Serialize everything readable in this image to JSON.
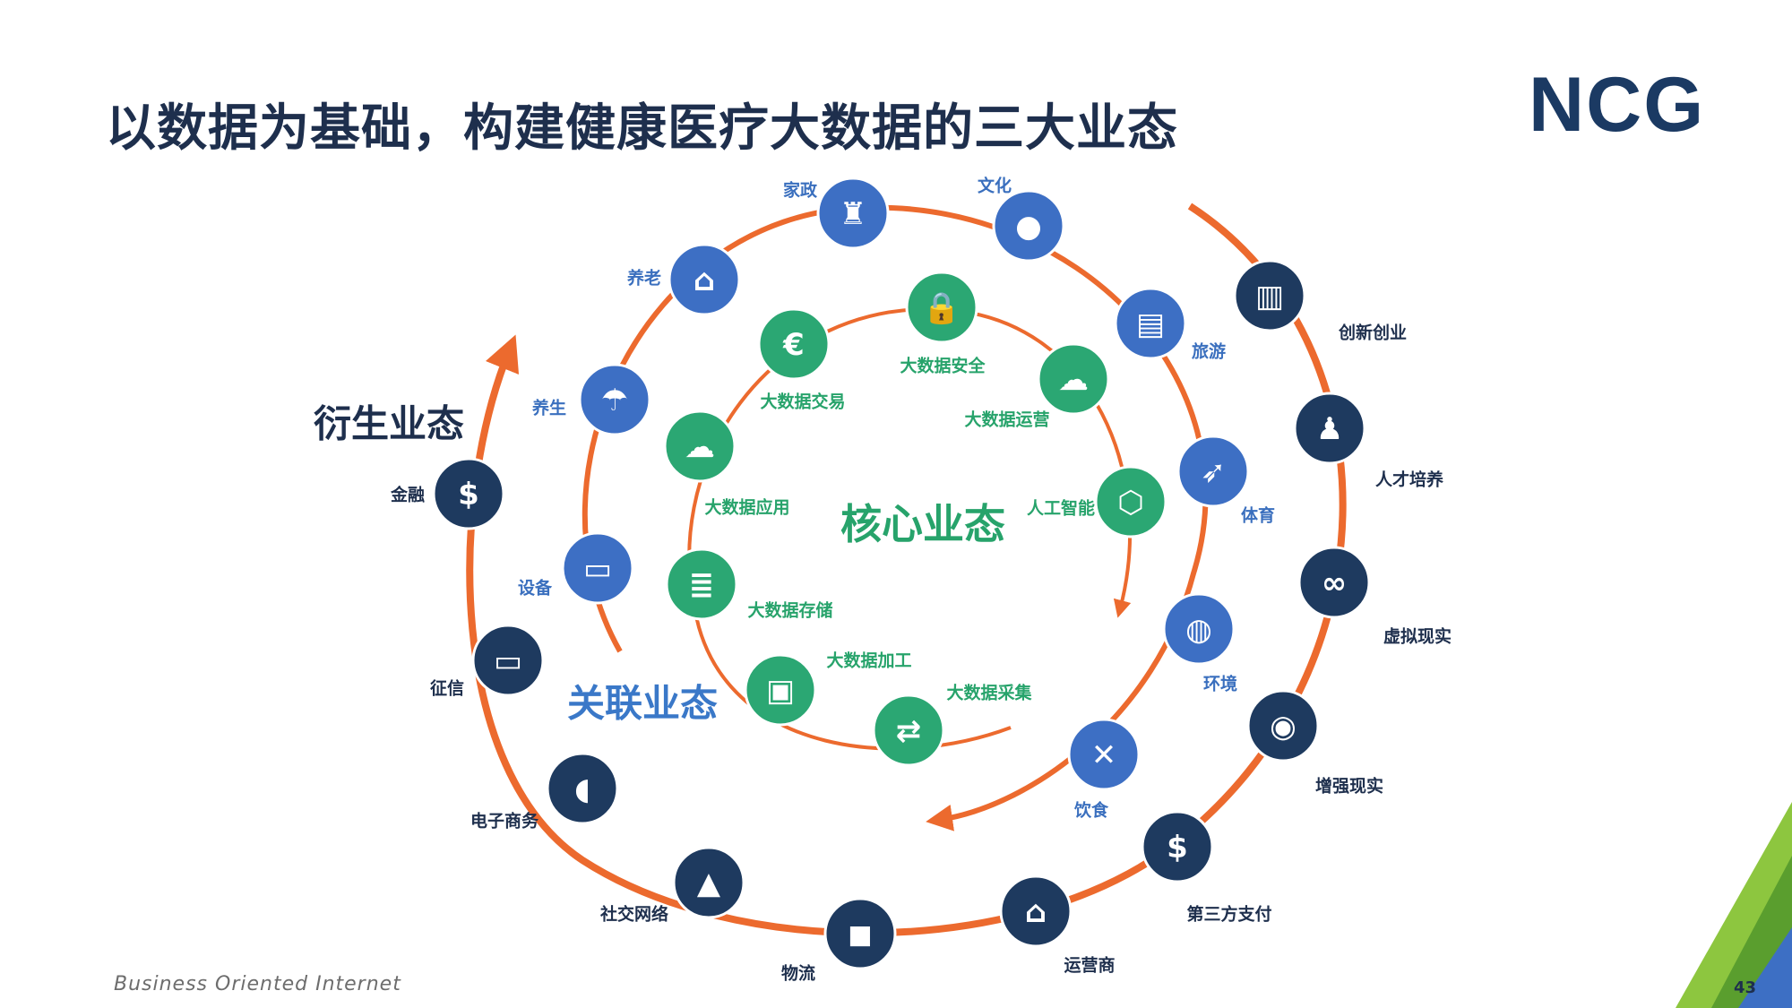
{
  "title": "以数据为基础，构建健康医疗大数据的三大业态",
  "logo": "NCG",
  "footer": "Business Oriented Internet",
  "page_number": "43",
  "colors": {
    "navy": "#1e3a5f",
    "blue": "#3d6fc4",
    "green": "#2ba773",
    "orange": "#ec6a2e"
  },
  "categories": {
    "outer": "衍生业态",
    "middle": "关联业态",
    "inner": "核心业态"
  },
  "core_items": [
    {
      "label": "大数据安全",
      "icon": "lock-icon"
    },
    {
      "label": "大数据运营",
      "icon": "cloud-icon"
    },
    {
      "label": "人工智能",
      "icon": "network-icon"
    },
    {
      "label": "大数据采集",
      "icon": "collect-icon"
    },
    {
      "label": "大数据加工",
      "icon": "monitor-gear-icon"
    },
    {
      "label": "大数据存储",
      "icon": "server-icon"
    },
    {
      "label": "大数据应用",
      "icon": "cloud-doc-icon"
    },
    {
      "label": "大数据交易",
      "icon": "exchange-icon"
    }
  ],
  "related_items": [
    {
      "label": "家政",
      "icon": "cleaning-icon"
    },
    {
      "label": "文化",
      "icon": "people-icon"
    },
    {
      "label": "旅游",
      "icon": "backpack-icon"
    },
    {
      "label": "体育",
      "icon": "runner-icon"
    },
    {
      "label": "环境",
      "icon": "globe-icon"
    },
    {
      "label": "饮食",
      "icon": "utensils-icon"
    },
    {
      "label": "设备",
      "icon": "computer-icon"
    },
    {
      "label": "养生",
      "icon": "fishing-icon"
    },
    {
      "label": "养老",
      "icon": "house-icon"
    }
  ],
  "derived_items": [
    {
      "label": "创新创业",
      "icon": "building-icon"
    },
    {
      "label": "人才培养",
      "icon": "teacher-icon"
    },
    {
      "label": "虚拟现实",
      "icon": "glasses-icon"
    },
    {
      "label": "增强现实",
      "icon": "eye-icon"
    },
    {
      "label": "第三方支付",
      "icon": "coin-icon"
    },
    {
      "label": "运营商",
      "icon": "bank-icon"
    },
    {
      "label": "物流",
      "icon": "car-icon"
    },
    {
      "label": "社交网络",
      "icon": "penguin-icon"
    },
    {
      "label": "电子商务",
      "icon": "mouse-icon"
    },
    {
      "label": "征信",
      "icon": "credit-card-icon"
    },
    {
      "label": "金融",
      "icon": "money-bag-icon"
    }
  ]
}
